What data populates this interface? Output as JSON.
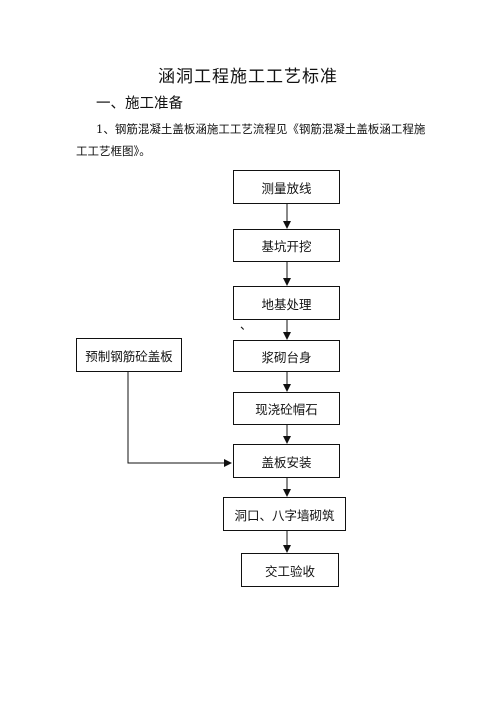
{
  "document": {
    "title": "涵洞工程施工工艺标准",
    "section_heading": "一、施工准备",
    "paragraph": "1、钢筋混凝土盖板涵施工工艺流程见《钢筋混凝土盖板涵工程施工工艺框图》。"
  },
  "flowchart": {
    "steps": [
      "测量放线",
      "基坑开挖",
      "地基处理",
      "浆砌台身",
      "现浇砼帽石",
      "盖板安装",
      "洞口、八字墙砌筑",
      "交工验收"
    ],
    "side_step": "预制钢筋砼盖板",
    "stray_mark": "、"
  }
}
